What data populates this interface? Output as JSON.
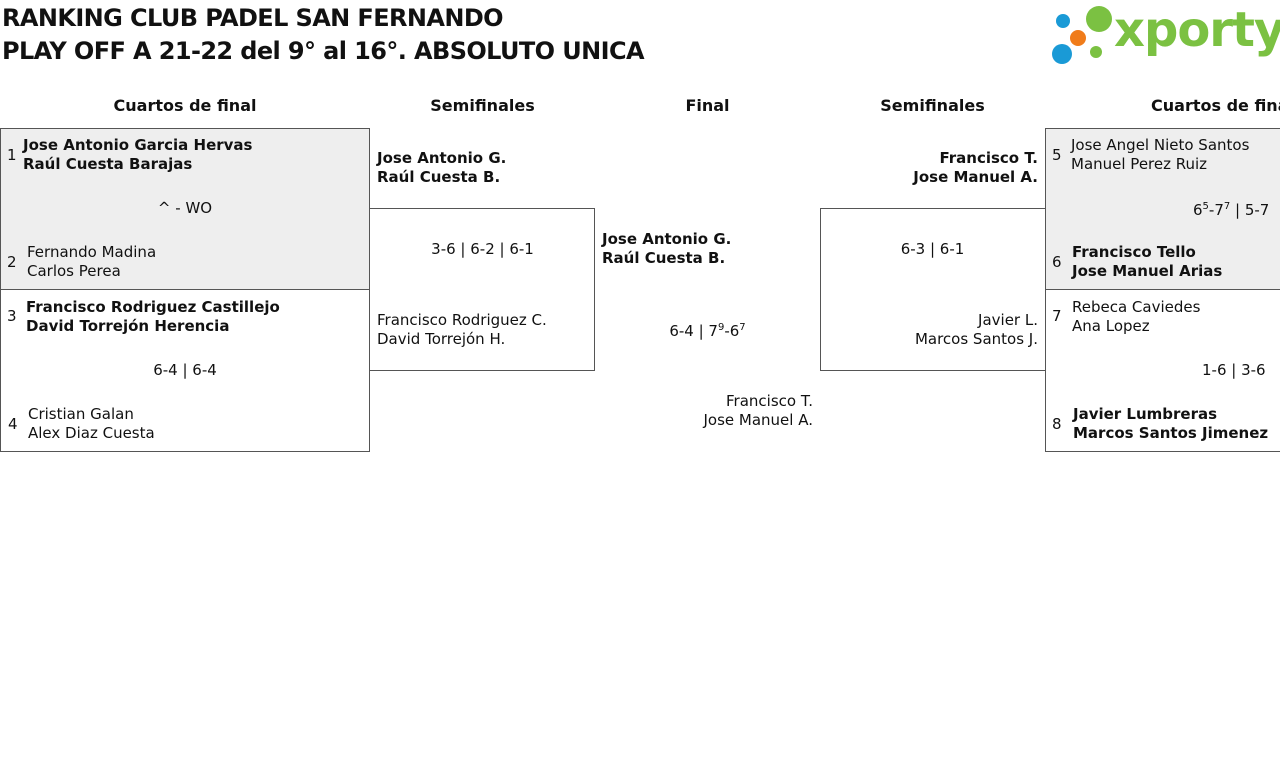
{
  "header": {
    "title_line1": "RANKING CLUB PADEL SAN FERNANDO",
    "title_line2": "PLAY OFF A 21-22 del 9° al 16°. ABSOLUTO UNICA",
    "logo_text": "xporty"
  },
  "colors": {
    "brand_green": "#7bc142",
    "dot_blue": "#1a9ad6",
    "dot_orange": "#f07c1a",
    "dot_green": "#7bc142",
    "panel_shade": "#eeeeee"
  },
  "columns": {
    "left_qf": "Cuartos de final",
    "left_sf": "Semifinales",
    "final": "Final",
    "right_sf": "Semifinales",
    "right_qf": "Cuartos de final"
  },
  "qf_left": {
    "m1": {
      "seed_a": "1",
      "a1": "Jose Antonio Garcia Hervas",
      "a2": "Raúl Cuesta Barajas",
      "score": "^ - WO",
      "seed_b": "2",
      "b1": "Fernando Madina",
      "b2": "Carlos Perea"
    },
    "m2": {
      "seed_a": "3",
      "a1": "Francisco Rodriguez Castillejo",
      "a2": "David Torrejón Herencia",
      "score": "6-4 | 6-4",
      "seed_b": "4",
      "b1": "Cristian Galan",
      "b2": "Alex Diaz Cuesta"
    }
  },
  "sf_left": {
    "a1": "Jose Antonio G.",
    "a2": "Raúl Cuesta B.",
    "score": "3-6 | 6-2 | 6-1",
    "b1": "Francisco Rodriguez C.",
    "b2": "David Torrejón H."
  },
  "final": {
    "a1": "Jose Antonio G.",
    "a2": "Raúl Cuesta B.",
    "score_prefix": "6-4 | 7",
    "score_sup1": "9",
    "score_mid": "-6",
    "score_sup2": "7",
    "b1": "Francisco T.",
    "b2": "Jose Manuel A."
  },
  "sf_right": {
    "a1": "Francisco T.",
    "a2": "Jose Manuel A.",
    "score": "6-3 | 6-1",
    "b1": "Javier L.",
    "b2": "Marcos Santos J."
  },
  "qf_right": {
    "m1": {
      "seed_a": "5",
      "a1": "Jose Angel Nieto Santos",
      "a2": "Manuel Perez Ruiz",
      "score_a": "6",
      "score_sup1": "5",
      "score_b": "-7",
      "score_sup2": "7",
      "score_c": " | 5-7",
      "seed_b": "6",
      "b1": "Francisco Tello",
      "b2": "Jose Manuel Arias"
    },
    "m2": {
      "seed_a": "7",
      "a1": "Rebeca Caviedes",
      "a2": "Ana Lopez",
      "score": "1-6 | 3-6",
      "seed_b": "8",
      "b1": "Javier Lumbreras",
      "b2": "Marcos Santos Jimenez"
    }
  }
}
